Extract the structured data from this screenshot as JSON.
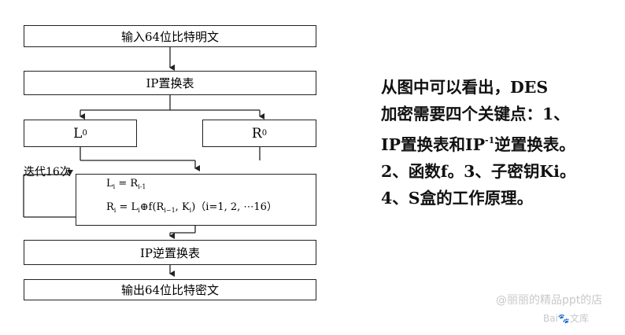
{
  "flow": {
    "input_box": "输入64位比特明文",
    "ip_box": "IP置换表",
    "l0_letter": "L",
    "l0_sub": "0",
    "r0_letter": "R",
    "r0_sub": "0",
    "iteration_label": "迭代16次",
    "formula1": {
      "a": "L",
      "a_sub": "i",
      "eq": " = ",
      "b": "R",
      "b_sub": "i-1"
    },
    "formula2": {
      "a": "R",
      "a_sub": "i",
      "eq": " = ",
      "b": "L",
      "b_sub": "i",
      "op": "⊕f(",
      "c": "R",
      "c_sub": "i−1",
      "comma": ", ",
      "d": "K",
      "d_sub": "i",
      "tail": ")（i=1, 2, ⋯16）"
    },
    "ip_inverse_box": "IP逆置换表",
    "output_box": "输出64位比特密文"
  },
  "description": {
    "line1": "从图中可以看出，DES",
    "line2": "加密需要四个关键点：1、",
    "line3_a": "IP置换表和IP",
    "line3_sup": "-1",
    "line3_b": "逆置换表。",
    "line4": "2、函数f。3、子密钥Ki。",
    "line5": "4、S盒的工作原理。"
  },
  "watermark": {
    "author": "@丽丽的精品ppt的店",
    "brand": "Bai🐾文库"
  }
}
